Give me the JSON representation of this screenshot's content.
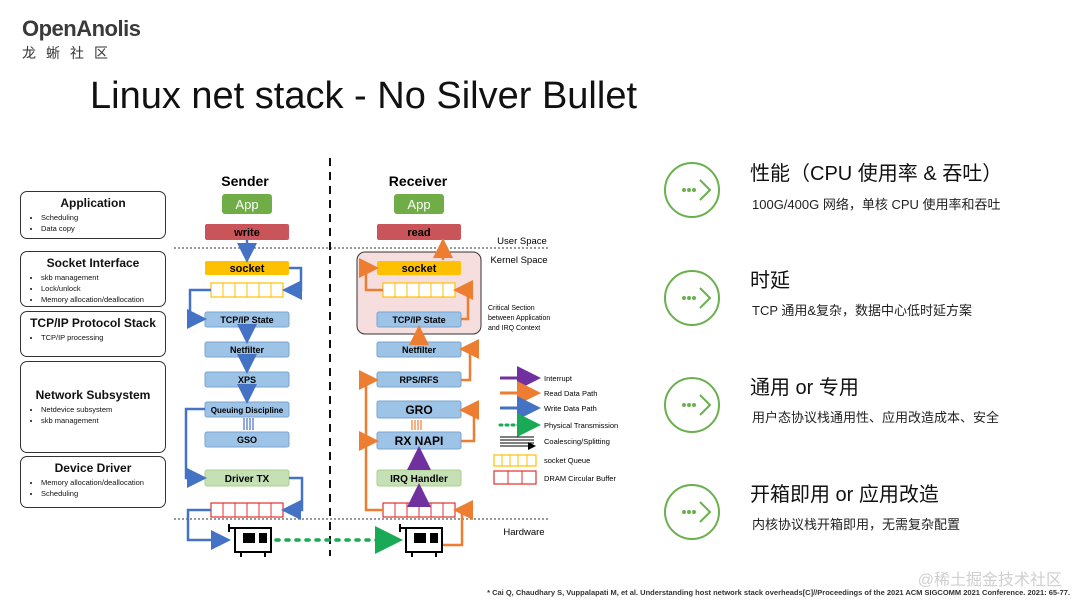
{
  "logo": {
    "main": "OpenAnolis",
    "sub": "龙蜥社区"
  },
  "title": "Linux net stack - No Silver Bullet",
  "layers": [
    {
      "title": "Application",
      "items": [
        "Scheduling",
        "Data copy"
      ]
    },
    {
      "title": "Socket Interface",
      "items": [
        "skb management",
        "Lock/unlock",
        "Memory allocation/deallocation"
      ]
    },
    {
      "title": "TCP/IP Protocol Stack",
      "items": [
        "TCP/IP processing"
      ]
    },
    {
      "title": "Network Subsystem",
      "items": [
        "Netdevice subsystem",
        "skb management"
      ]
    },
    {
      "title": "Device Driver",
      "items": [
        "Memory allocation/deallocation",
        "Scheduling"
      ]
    }
  ],
  "diagram": {
    "sender_label": "Sender",
    "receiver_label": "Receiver",
    "sender_app": "App",
    "receiver_app": "App",
    "write": "write",
    "read": "read",
    "socket": "socket",
    "tcpip_state": "TCP/IP State",
    "netfilter": "Netfilter",
    "xps": "XPS",
    "queuing": "Queuing Discipline",
    "gso": "GSO",
    "driver_tx": "Driver TX",
    "rps_rfs": "RPS/RFS",
    "gro": "GRO",
    "rx_napi": "RX NAPI",
    "irq_handler": "IRQ Handler",
    "user_space": "User Space",
    "kernel_space": "Kernel Space",
    "hardware": "Hardware",
    "critical_section": [
      "Critical Section",
      "between Application",
      "and IRQ Context"
    ]
  },
  "legend": [
    {
      "label": "Interrupt",
      "color": "#7030a0"
    },
    {
      "label": "Read Data Path",
      "color": "#ed7d31"
    },
    {
      "label": "Write Data Path",
      "color": "#4472c4"
    },
    {
      "label": "Physical Transmission",
      "color": "#1aaa55"
    },
    {
      "label": "Coalescing/Splitting",
      "color": "#000000"
    },
    {
      "label": "socket Queue",
      "color": "#ffc000"
    },
    {
      "label": "DRAM Circular Buffer",
      "color": "#e03030"
    }
  ],
  "sections": [
    {
      "title": "性能（CPU 使用率 & 吞吐）",
      "desc": "100G/400G 网络，单核 CPU 使用率和吞吐"
    },
    {
      "title": "时延",
      "desc": "TCP 通用&复杂，数据中心低时延方案"
    },
    {
      "title": "通用 or 专用",
      "desc": "用户态协议栈通用性、应用改造成本、安全"
    },
    {
      "title": "开箱即用 or 应用改造",
      "desc": "内核协议栈开箱即用，无需复杂配置"
    }
  ],
  "colors": {
    "accent_green": "#6ab04c",
    "write_blue": "#4472c4",
    "read_orange": "#ed7d31"
  },
  "footnote": "* Cai Q, Chaudhary S, Vuppalapati M, et al. Understanding host network stack overheads[C]//Proceedings of the 2021 ACM SIGCOMM 2021 Conference. 2021: 65-77.",
  "watermark": "@稀土掘金技术社区"
}
